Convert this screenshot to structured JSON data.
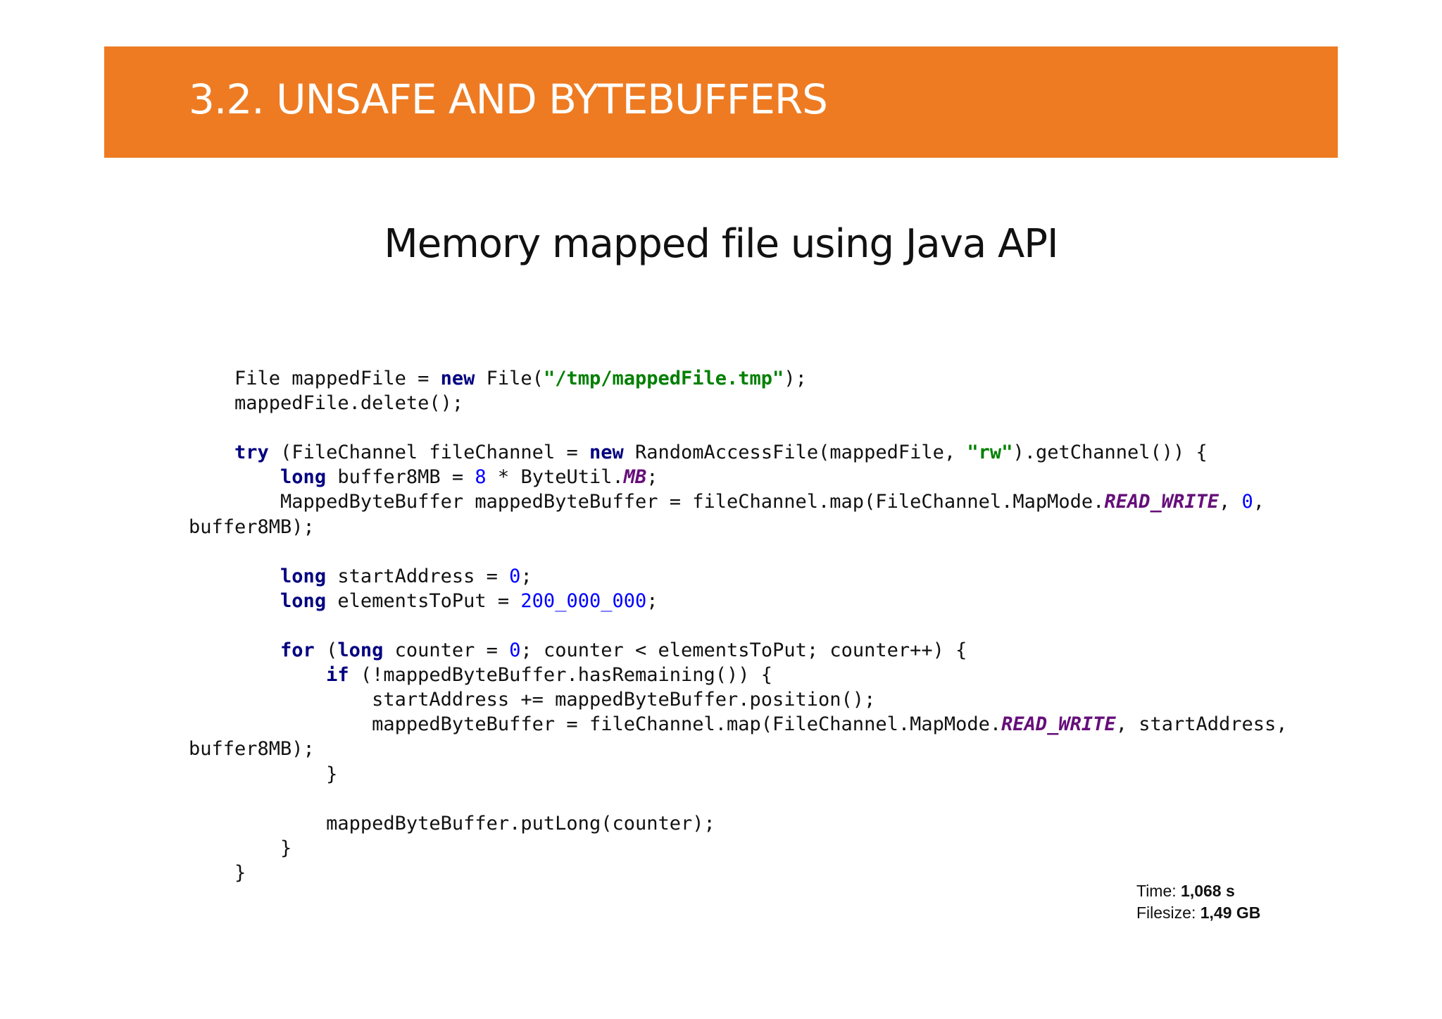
{
  "slide": {
    "header_title": "3.2. UNSAFE AND BYTEBUFFERS",
    "subtitle": "Memory mapped file using Java API",
    "accent_color": "#EE7B22"
  },
  "code_lines": [
    [
      {
        "t": "    File mappedFile = "
      },
      {
        "t": "new",
        "c": "kw"
      },
      {
        "t": " File("
      },
      {
        "t": "\"/tmp/mappedFile.tmp\"",
        "c": "str"
      },
      {
        "t": ");"
      }
    ],
    [
      {
        "t": "    mappedFile.delete();"
      }
    ],
    [],
    [
      {
        "t": "    "
      },
      {
        "t": "try",
        "c": "kw"
      },
      {
        "t": " (FileChannel fileChannel = "
      },
      {
        "t": "new",
        "c": "kw"
      },
      {
        "t": " RandomAccessFile(mappedFile, "
      },
      {
        "t": "\"rw\"",
        "c": "str"
      },
      {
        "t": ").getChannel()) {"
      }
    ],
    [
      {
        "t": "        "
      },
      {
        "t": "long",
        "c": "kw"
      },
      {
        "t": " buffer8MB = "
      },
      {
        "t": "8",
        "c": "num"
      },
      {
        "t": " * ByteUtil."
      },
      {
        "t": "MB",
        "c": "const"
      },
      {
        "t": ";"
      }
    ],
    [
      {
        "t": "        MappedByteBuffer mappedByteBuffer = fileChannel.map(FileChannel.MapMode."
      },
      {
        "t": "READ_WRITE",
        "c": "const"
      },
      {
        "t": ", "
      },
      {
        "t": "0",
        "c": "num"
      },
      {
        "t": ","
      }
    ],
    [
      {
        "t": "buffer8MB);"
      }
    ],
    [],
    [
      {
        "t": "        "
      },
      {
        "t": "long",
        "c": "kw"
      },
      {
        "t": " startAddress = "
      },
      {
        "t": "0",
        "c": "num"
      },
      {
        "t": ";"
      }
    ],
    [
      {
        "t": "        "
      },
      {
        "t": "long",
        "c": "kw"
      },
      {
        "t": " elementsToPut = "
      },
      {
        "t": "200_000_000",
        "c": "num"
      },
      {
        "t": ";"
      }
    ],
    [],
    [
      {
        "t": "        "
      },
      {
        "t": "for",
        "c": "kw"
      },
      {
        "t": " ("
      },
      {
        "t": "long",
        "c": "kw"
      },
      {
        "t": " counter = "
      },
      {
        "t": "0",
        "c": "num"
      },
      {
        "t": "; counter < elementsToPut; counter++) {"
      }
    ],
    [
      {
        "t": "            "
      },
      {
        "t": "if",
        "c": "kw"
      },
      {
        "t": " (!mappedByteBuffer.hasRemaining()) {"
      }
    ],
    [
      {
        "t": "                startAddress += mappedByteBuffer.position();"
      }
    ],
    [
      {
        "t": "                mappedByteBuffer = fileChannel.map(FileChannel.MapMode."
      },
      {
        "t": "READ_WRITE",
        "c": "const"
      },
      {
        "t": ", startAddress,"
      }
    ],
    [
      {
        "t": "buffer8MB);"
      }
    ],
    [
      {
        "t": "            }"
      }
    ],
    [],
    [
      {
        "t": "            mappedByteBuffer.putLong(counter);"
      }
    ],
    [
      {
        "t": "        }"
      }
    ],
    [
      {
        "t": "    }"
      }
    ]
  ],
  "stats": {
    "time_label": "Time:",
    "time_value": "1,068 s",
    "filesize_label": "Filesize:",
    "filesize_value": "1,49 GB"
  }
}
